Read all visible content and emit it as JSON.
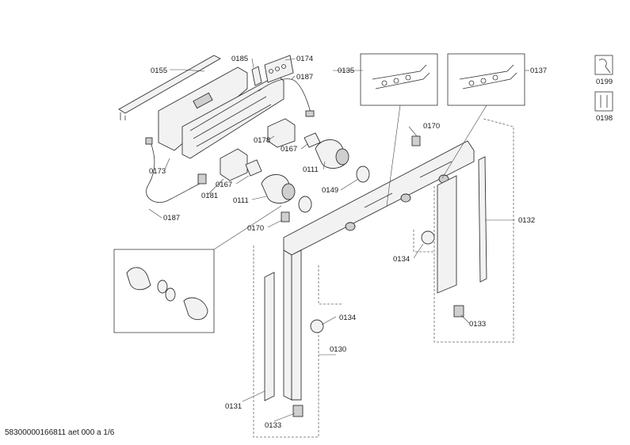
{
  "labels": {
    "p0155": "0155",
    "p0185": "0185",
    "p0174": "0174",
    "p0187a": "0187",
    "p0135": "0135",
    "p0137": "0137",
    "p0199": "0199",
    "p0198": "0198",
    "p0178": "0178",
    "p0167a": "0167",
    "p0170a": "0170",
    "p0173": "0173",
    "p0111a": "0111",
    "p0181": "0181",
    "p0167b": "0167",
    "p0149": "0149",
    "p0111b": "0111",
    "p0187b": "0187",
    "p0170b": "0170",
    "p0132": "0132",
    "p0134a": "0134",
    "p0134b": "0134",
    "p0133a": "0133",
    "p0130": "0130",
    "p0131": "0131",
    "p0133b": "0133"
  },
  "footer": "58300000166811 aet 000 a 1/6"
}
